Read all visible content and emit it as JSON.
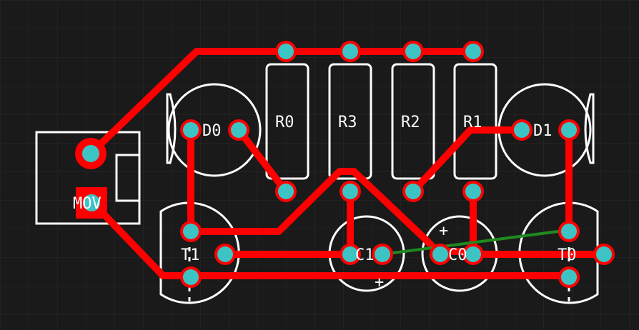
{
  "colors": {
    "background": "#1a1a1a",
    "grid": "#2a2a2a",
    "trace": "#ff0000",
    "pad": "#3cc4c4",
    "silkscreen": "#ffffff",
    "ratsnest": "#1f8a1f"
  },
  "components": {
    "d0": "D0",
    "d1": "D1",
    "r0": "R0",
    "r3": "R3",
    "r2": "R2",
    "r1": "R1",
    "t1": "T1",
    "t0": "T0",
    "c1": "C1",
    "c0": "C0",
    "connector": "MOV"
  },
  "polarity": {
    "c1_plus": "+",
    "c0_plus": "+"
  }
}
